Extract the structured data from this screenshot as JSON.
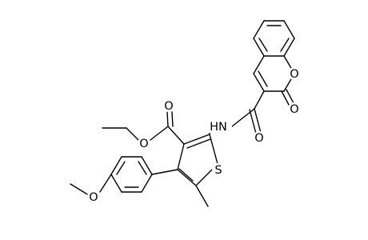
{
  "molecule": {
    "atom_labels": {
      "ring_oxygen": "O",
      "lactone_carbonyl_oxygen": "O",
      "amide_nitrogen": "HN",
      "amide_carbonyl_oxygen": "O",
      "ester_carbonyl_oxygen": "O",
      "ester_alkoxy_oxygen": "O",
      "thiophene_sulfur": "S",
      "methoxy_oxygen": "O"
    }
  }
}
